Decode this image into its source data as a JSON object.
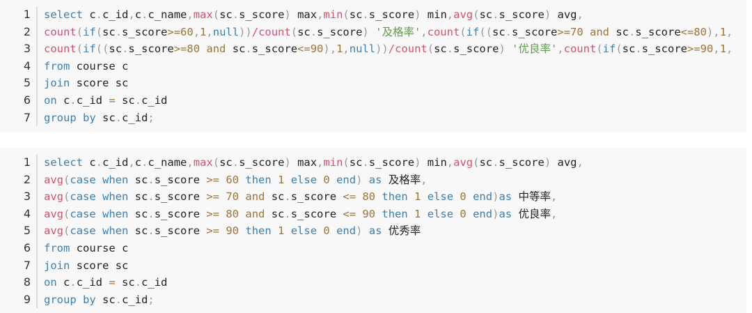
{
  "colors": {
    "keyword": "#3a7fb5",
    "function": "#d5516d",
    "number": "#9d7538",
    "string": "#5f9e4a",
    "punct": "#999999",
    "ident": "#222222",
    "background": "#f8f8f8"
  },
  "blocks": [
    {
      "lines": [
        [
          [
            "k",
            "select"
          ],
          [
            "i",
            " c"
          ],
          [
            "p",
            "."
          ],
          [
            "i",
            "c_id"
          ],
          [
            "p",
            ","
          ],
          [
            "i",
            "c"
          ],
          [
            "p",
            "."
          ],
          [
            "i",
            "c_name"
          ],
          [
            "p",
            ","
          ],
          [
            "f",
            "max"
          ],
          [
            "p",
            "("
          ],
          [
            "i",
            "sc"
          ],
          [
            "p",
            "."
          ],
          [
            "i",
            "s_score"
          ],
          [
            "p",
            ")"
          ],
          [
            "i",
            " max"
          ],
          [
            "p",
            ","
          ],
          [
            "f",
            "min"
          ],
          [
            "p",
            "("
          ],
          [
            "i",
            "sc"
          ],
          [
            "p",
            "."
          ],
          [
            "i",
            "s_score"
          ],
          [
            "p",
            ")"
          ],
          [
            "i",
            " min"
          ],
          [
            "p",
            ","
          ],
          [
            "f",
            "avg"
          ],
          [
            "p",
            "("
          ],
          [
            "i",
            "sc"
          ],
          [
            "p",
            "."
          ],
          [
            "i",
            "s_score"
          ],
          [
            "p",
            ")"
          ],
          [
            "i",
            " avg"
          ],
          [
            "p",
            ","
          ]
        ],
        [
          [
            "f",
            "count"
          ],
          [
            "p",
            "("
          ],
          [
            "k",
            "if"
          ],
          [
            "p",
            "("
          ],
          [
            "i",
            "sc"
          ],
          [
            "p",
            "."
          ],
          [
            "i",
            "s_score"
          ],
          [
            "n",
            ">=60"
          ],
          [
            "p",
            ","
          ],
          [
            "n",
            "1"
          ],
          [
            "p",
            ","
          ],
          [
            "k",
            "null"
          ],
          [
            "p",
            "))"
          ],
          [
            "f",
            "/count"
          ],
          [
            "p",
            "("
          ],
          [
            "i",
            "sc"
          ],
          [
            "p",
            "."
          ],
          [
            "i",
            "s_score"
          ],
          [
            "p",
            ")"
          ],
          [
            "i",
            " "
          ],
          [
            "s",
            "'及格率'"
          ],
          [
            "p",
            ","
          ],
          [
            "f",
            "count"
          ],
          [
            "p",
            "("
          ],
          [
            "k",
            "if"
          ],
          [
            "p",
            "(("
          ],
          [
            "i",
            "sc"
          ],
          [
            "p",
            "."
          ],
          [
            "i",
            "s_score"
          ],
          [
            "n",
            ">=70"
          ],
          [
            "i",
            " "
          ],
          [
            "n",
            "and"
          ],
          [
            "i",
            " sc"
          ],
          [
            "p",
            "."
          ],
          [
            "i",
            "s_score"
          ],
          [
            "n",
            "<=80"
          ],
          [
            "p",
            ")"
          ],
          [
            "p",
            ","
          ],
          [
            "n",
            "1"
          ],
          [
            "p",
            ","
          ]
        ],
        [
          [
            "f",
            "count"
          ],
          [
            "p",
            "("
          ],
          [
            "k",
            "if"
          ],
          [
            "p",
            "(("
          ],
          [
            "i",
            "sc"
          ],
          [
            "p",
            "."
          ],
          [
            "i",
            "s_score"
          ],
          [
            "n",
            ">=80"
          ],
          [
            "i",
            " "
          ],
          [
            "n",
            "and"
          ],
          [
            "i",
            " sc"
          ],
          [
            "p",
            "."
          ],
          [
            "i",
            "s_score"
          ],
          [
            "n",
            "<=90"
          ],
          [
            "p",
            ")"
          ],
          [
            "p",
            ","
          ],
          [
            "n",
            "1"
          ],
          [
            "p",
            ","
          ],
          [
            "k",
            "null"
          ],
          [
            "p",
            "))"
          ],
          [
            "f",
            "/count"
          ],
          [
            "p",
            "("
          ],
          [
            "i",
            "sc"
          ],
          [
            "p",
            "."
          ],
          [
            "i",
            "s_score"
          ],
          [
            "p",
            ")"
          ],
          [
            "i",
            " "
          ],
          [
            "s",
            "'优良率'"
          ],
          [
            "p",
            ","
          ],
          [
            "f",
            "count"
          ],
          [
            "p",
            "("
          ],
          [
            "k",
            "if"
          ],
          [
            "p",
            "("
          ],
          [
            "i",
            "sc"
          ],
          [
            "p",
            "."
          ],
          [
            "i",
            "s_score"
          ],
          [
            "n",
            ">=90"
          ],
          [
            "p",
            ","
          ],
          [
            "n",
            "1"
          ],
          [
            "p",
            ","
          ]
        ],
        [
          [
            "k",
            "from"
          ],
          [
            "i",
            " course c"
          ]
        ],
        [
          [
            "k",
            "join"
          ],
          [
            "i",
            " score sc"
          ]
        ],
        [
          [
            "k",
            "on"
          ],
          [
            "i",
            " c"
          ],
          [
            "p",
            "."
          ],
          [
            "i",
            "c_id "
          ],
          [
            "n",
            "="
          ],
          [
            "i",
            " sc"
          ],
          [
            "p",
            "."
          ],
          [
            "i",
            "c_id"
          ]
        ],
        [
          [
            "k",
            "group by"
          ],
          [
            "i",
            " sc"
          ],
          [
            "p",
            "."
          ],
          [
            "i",
            "c_id"
          ],
          [
            "p",
            ";"
          ]
        ]
      ]
    },
    {
      "lines": [
        [
          [
            "k",
            "select"
          ],
          [
            "i",
            " c"
          ],
          [
            "p",
            "."
          ],
          [
            "i",
            "c_id"
          ],
          [
            "p",
            ","
          ],
          [
            "i",
            "c"
          ],
          [
            "p",
            "."
          ],
          [
            "i",
            "c_name"
          ],
          [
            "p",
            ","
          ],
          [
            "f",
            "max"
          ],
          [
            "p",
            "("
          ],
          [
            "i",
            "sc"
          ],
          [
            "p",
            "."
          ],
          [
            "i",
            "s_score"
          ],
          [
            "p",
            ")"
          ],
          [
            "i",
            " max"
          ],
          [
            "p",
            ","
          ],
          [
            "f",
            "min"
          ],
          [
            "p",
            "("
          ],
          [
            "i",
            "sc"
          ],
          [
            "p",
            "."
          ],
          [
            "i",
            "s_score"
          ],
          [
            "p",
            ")"
          ],
          [
            "i",
            " min"
          ],
          [
            "p",
            ","
          ],
          [
            "f",
            "avg"
          ],
          [
            "p",
            "("
          ],
          [
            "i",
            "sc"
          ],
          [
            "p",
            "."
          ],
          [
            "i",
            "s_score"
          ],
          [
            "p",
            ")"
          ],
          [
            "i",
            " avg"
          ],
          [
            "p",
            ","
          ]
        ],
        [
          [
            "f",
            "avg"
          ],
          [
            "p",
            "("
          ],
          [
            "k",
            "case when"
          ],
          [
            "i",
            " sc"
          ],
          [
            "p",
            "."
          ],
          [
            "i",
            "s_score "
          ],
          [
            "n",
            ">= 60"
          ],
          [
            "i",
            " "
          ],
          [
            "k",
            "then"
          ],
          [
            "i",
            " "
          ],
          [
            "n",
            "1"
          ],
          [
            "i",
            " "
          ],
          [
            "k",
            "else"
          ],
          [
            "i",
            " "
          ],
          [
            "n",
            "0"
          ],
          [
            "i",
            " "
          ],
          [
            "k",
            "end"
          ],
          [
            "p",
            ")"
          ],
          [
            "i",
            " "
          ],
          [
            "k",
            "as"
          ],
          [
            "i",
            " 及格率"
          ],
          [
            "p",
            ","
          ]
        ],
        [
          [
            "f",
            "avg"
          ],
          [
            "p",
            "("
          ],
          [
            "k",
            "case when"
          ],
          [
            "i",
            " sc"
          ],
          [
            "p",
            "."
          ],
          [
            "i",
            "s_score "
          ],
          [
            "n",
            ">= 70"
          ],
          [
            "i",
            " "
          ],
          [
            "n",
            "and"
          ],
          [
            "i",
            " sc"
          ],
          [
            "p",
            "."
          ],
          [
            "i",
            "s_score "
          ],
          [
            "n",
            "<= 80"
          ],
          [
            "i",
            " "
          ],
          [
            "k",
            "then"
          ],
          [
            "i",
            " "
          ],
          [
            "n",
            "1"
          ],
          [
            "i",
            " "
          ],
          [
            "k",
            "else"
          ],
          [
            "i",
            " "
          ],
          [
            "n",
            "0"
          ],
          [
            "i",
            " "
          ],
          [
            "k",
            "end"
          ],
          [
            "p",
            ")"
          ],
          [
            "k",
            "as"
          ],
          [
            "i",
            " 中等率"
          ],
          [
            "p",
            ","
          ]
        ],
        [
          [
            "f",
            "avg"
          ],
          [
            "p",
            "("
          ],
          [
            "k",
            "case when"
          ],
          [
            "i",
            " sc"
          ],
          [
            "p",
            "."
          ],
          [
            "i",
            "s_score "
          ],
          [
            "n",
            ">= 80"
          ],
          [
            "i",
            " "
          ],
          [
            "n",
            "and"
          ],
          [
            "i",
            " sc"
          ],
          [
            "p",
            "."
          ],
          [
            "i",
            "s_score "
          ],
          [
            "n",
            "<= 90"
          ],
          [
            "i",
            " "
          ],
          [
            "k",
            "then"
          ],
          [
            "i",
            " "
          ],
          [
            "n",
            "1"
          ],
          [
            "i",
            " "
          ],
          [
            "k",
            "else"
          ],
          [
            "i",
            " "
          ],
          [
            "n",
            "0"
          ],
          [
            "i",
            " "
          ],
          [
            "k",
            "end"
          ],
          [
            "p",
            ")"
          ],
          [
            "k",
            "as"
          ],
          [
            "i",
            " 优良率"
          ],
          [
            "p",
            ","
          ]
        ],
        [
          [
            "f",
            "avg"
          ],
          [
            "p",
            "("
          ],
          [
            "k",
            "case when"
          ],
          [
            "i",
            " sc"
          ],
          [
            "p",
            "."
          ],
          [
            "i",
            "s_score "
          ],
          [
            "n",
            ">= 90"
          ],
          [
            "i",
            " "
          ],
          [
            "k",
            "then"
          ],
          [
            "i",
            " "
          ],
          [
            "n",
            "1"
          ],
          [
            "i",
            " "
          ],
          [
            "k",
            "else"
          ],
          [
            "i",
            " "
          ],
          [
            "n",
            "0"
          ],
          [
            "i",
            " "
          ],
          [
            "k",
            "end"
          ],
          [
            "p",
            ")"
          ],
          [
            "i",
            " "
          ],
          [
            "k",
            "as"
          ],
          [
            "i",
            " 优秀率"
          ]
        ],
        [
          [
            "k",
            "from"
          ],
          [
            "i",
            " course c"
          ]
        ],
        [
          [
            "k",
            "join"
          ],
          [
            "i",
            " score sc"
          ]
        ],
        [
          [
            "k",
            "on"
          ],
          [
            "i",
            " c"
          ],
          [
            "p",
            "."
          ],
          [
            "i",
            "c_id "
          ],
          [
            "n",
            "="
          ],
          [
            "i",
            " sc"
          ],
          [
            "p",
            "."
          ],
          [
            "i",
            "c_id"
          ]
        ],
        [
          [
            "k",
            "group by"
          ],
          [
            "i",
            " sc"
          ],
          [
            "p",
            "."
          ],
          [
            "i",
            "c_id"
          ],
          [
            "p",
            ";"
          ]
        ]
      ]
    }
  ]
}
